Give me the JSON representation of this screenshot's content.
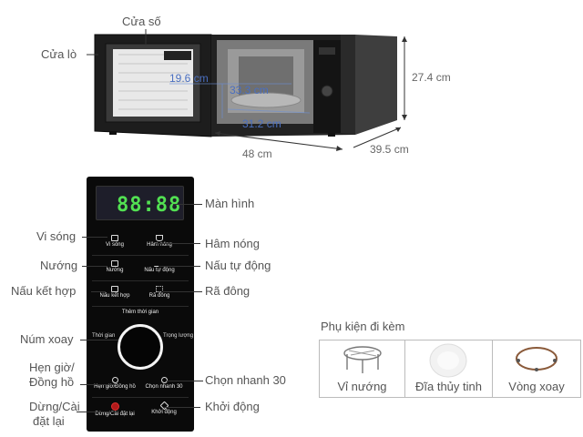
{
  "oven_labels": {
    "window": "Cửa số",
    "door": "Cửa lò"
  },
  "dimensions": {
    "inner_height": "19.6 cm",
    "inner_width": "33.3 cm",
    "inner_depth": "31.2 cm",
    "outer_width": "48 cm",
    "outer_height": "27.4 cm",
    "outer_depth": "39.5 cm"
  },
  "panel": {
    "display_digits": "88:88",
    "buttons": {
      "microwave": "Vi sóng",
      "reheat": "Hâm nóng",
      "grill": "Nướng",
      "auto_cook": "Nấu tự động",
      "combo": "Nấu kết hợp",
      "defrost": "Rã đông",
      "add_time": "Thêm thời gian",
      "knob_time": "Thời gian",
      "knob_weight": "Trọng lượng",
      "timer": "Hẹn giờ/Đồng hồ",
      "quick30": "Chọn nhanh 30",
      "stop": "Dừng/Cài đặt lại",
      "start": "Khởi động"
    }
  },
  "callouts": {
    "display": "Màn hình",
    "microwave": "Vi sóng",
    "reheat": "Hâm nóng",
    "grill": "Nướng",
    "auto_cook": "Nấu tự động",
    "combo": "Nấu kết hợp",
    "defrost": "Rã đông",
    "knob": "Núm xoay",
    "timer_line1": "Hẹn giờ/",
    "timer_line2": "Đồng hồ",
    "quick30": "Chọn nhanh 30",
    "start": "Khởi động",
    "stop_line1": "Dừng/Cài",
    "stop_line2": "đặt lại"
  },
  "accessories": {
    "title": "Phụ kiện đi kèm",
    "items": [
      "Vỉ nướng",
      "Đĩa thủy tinh",
      "Vòng xoay"
    ]
  }
}
